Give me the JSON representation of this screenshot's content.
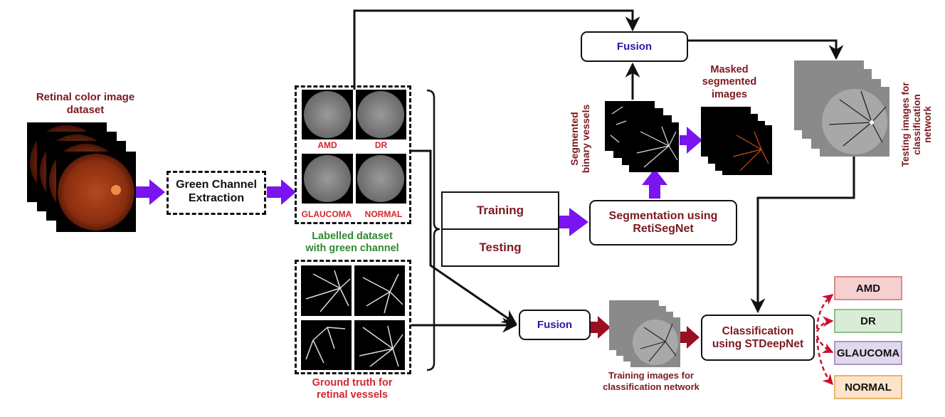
{
  "input": {
    "title_line1": "Retinal color image",
    "title_line2": "dataset"
  },
  "green_channel": {
    "line1": "Green Channel",
    "line2": "Extraction"
  },
  "labelled_dataset": {
    "classes": [
      "AMD",
      "DR",
      "GLAUCOMA",
      "NORMAL"
    ],
    "caption_line1": "Labelled dataset",
    "caption_line2": "with green channel"
  },
  "ground_truth": {
    "caption_line1": "Ground truth for",
    "caption_line2": "retinal vessels"
  },
  "split": {
    "training": "Training",
    "testing": "Testing"
  },
  "segmentation": {
    "line1": "Segmentation using",
    "line2": "RetiSegNet"
  },
  "segmented_binary": {
    "line1": "Segmented",
    "line2": "binary vessels"
  },
  "masked": {
    "line1": "Masked",
    "line2": "segmented",
    "line3": "images"
  },
  "fusion_top": {
    "label": "Fusion"
  },
  "fusion_bottom": {
    "label": "Fusion"
  },
  "testing_images": {
    "line1": "Testing images for",
    "line2": "classification",
    "line3": "network"
  },
  "training_images": {
    "line1": "Training images for",
    "line2": "classification network"
  },
  "classification": {
    "line1": "Classification",
    "line2": "using STDeepNet"
  },
  "outputs": [
    {
      "label": "AMD",
      "fill": "#f6d0d0",
      "border": "#d98a8a"
    },
    {
      "label": "DR",
      "fill": "#d8ecd6",
      "border": "#8cc48a"
    },
    {
      "label": "GLAUCOMA",
      "fill": "#e1d8ee",
      "border": "#a996cc"
    },
    {
      "label": "NORMAL",
      "fill": "#fde3c8",
      "border": "#e8b56a"
    }
  ],
  "colors": {
    "flow_arrow": "#7a14f0",
    "dark_arrow": "#9a1020",
    "maroon_text": "#7b1a1f",
    "red_text": "#d4262e",
    "green_text": "#2e8a2e",
    "blue_text": "#2a1aa8"
  }
}
